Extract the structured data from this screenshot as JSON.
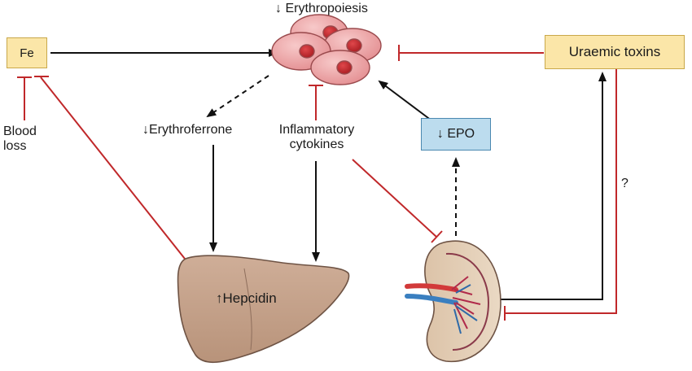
{
  "nodes": {
    "fe": "Fe",
    "uraemic_toxins": "Uraemic toxins",
    "epo": "↓ EPO",
    "erythropoiesis": "↓ Erythropoiesis",
    "erythroferrone": "↓Erythroferrone",
    "inflammatory_line1": "Inflammatory",
    "inflammatory_line2": "cytokines",
    "blood_line1": "Blood",
    "blood_line2": "loss",
    "hepcidin": "↑Hepcidin",
    "question": "?"
  },
  "colors": {
    "activation": "#111111",
    "inhibition": "#c0282a",
    "box_fill": "#fbe6a8",
    "box_border": "#c9a84a",
    "epo_fill": "#bcdcee",
    "epo_border": "#4a88b0",
    "cell_fill": "#eba6a8",
    "nucleus": "#cc2e33",
    "liver": "#c9a690",
    "kidney": "#e3cdb4"
  },
  "icons": [
    "red-blood-cell-precursors-icon",
    "liver-icon",
    "kidney-icon"
  ]
}
